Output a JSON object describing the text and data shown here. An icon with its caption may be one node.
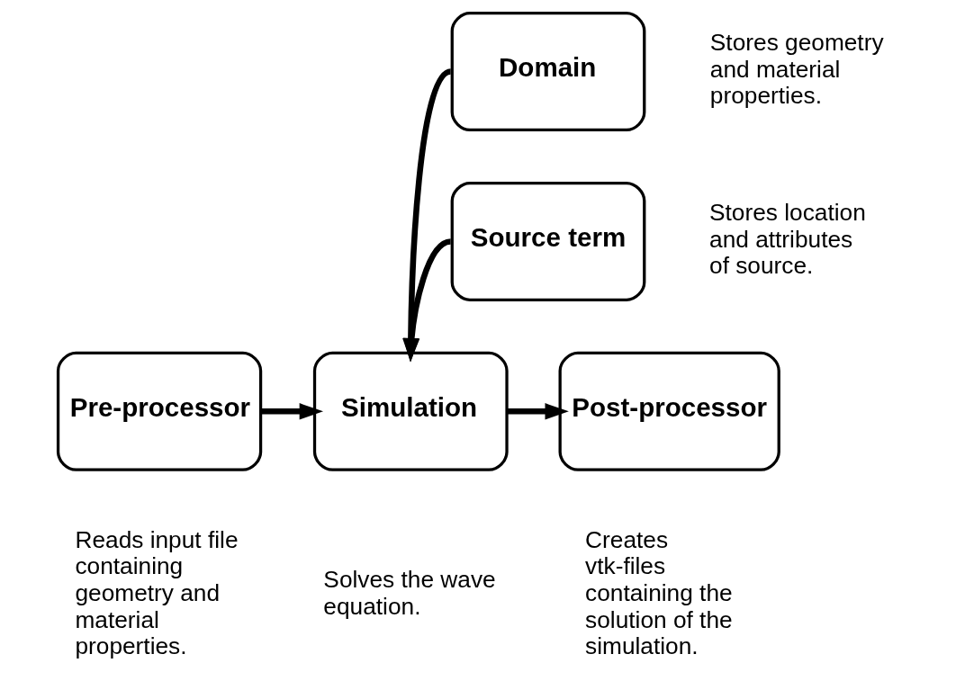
{
  "diagram": {
    "nodes": [
      {
        "text": [
          "Domain"
        ],
        "beside": [
          "Stores geometry and material properties."
        ]
      },
      {
        "text": [
          "Source term"
        ],
        "beside": [
          "Stores location and attributes of source."
        ]
      },
      {
        "text": [
          "Pre-processor"
        ],
        "beside": [
          "Reads input file containing geometry and material properties."
        ]
      },
      {
        "text": [
          "Simulation"
        ],
        "beside": [
          "Solves the wave equation."
        ]
      },
      {
        "text": [
          "Post-processor"
        ],
        "beside": [
          "Creates vtk-files containing the solution of the simulation."
        ]
      }
    ],
    "edges": [
      {
        "from": 0,
        "to": 3,
        "arrow": "to"
      },
      {
        "from": 1,
        "to": 3,
        "arrow": "to"
      },
      {
        "from": 2,
        "to": 3,
        "arrow": "to"
      },
      {
        "from": 3,
        "to": 4,
        "arrow": "to"
      }
    ]
  }
}
